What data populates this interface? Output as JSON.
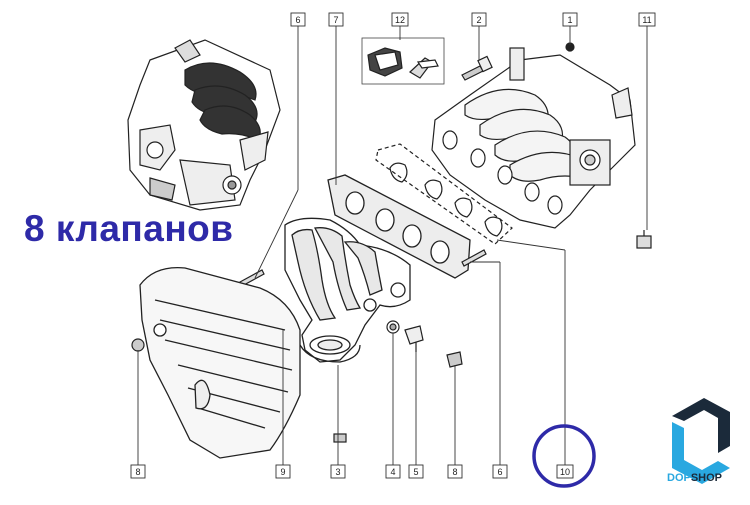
{
  "caption": "8 клапанов",
  "callouts": [
    {
      "id": "c6_top",
      "label": "6"
    },
    {
      "id": "c7",
      "label": "7"
    },
    {
      "id": "c12",
      "label": "12"
    },
    {
      "id": "c2",
      "label": "2"
    },
    {
      "id": "c1",
      "label": "1"
    },
    {
      "id": "c11",
      "label": "11"
    },
    {
      "id": "c8_left",
      "label": "8"
    },
    {
      "id": "c9",
      "label": "9"
    },
    {
      "id": "c3",
      "label": "3"
    },
    {
      "id": "c4",
      "label": "4"
    },
    {
      "id": "c5",
      "label": "5"
    },
    {
      "id": "c8_right",
      "label": "8"
    },
    {
      "id": "c6_bottom",
      "label": "6"
    },
    {
      "id": "c10",
      "label": "10"
    }
  ],
  "brand": {
    "part1": "DOP",
    "part2": "SHOP",
    "color_light": "#29a8e0",
    "color_dark": "#1b2a3a",
    "highlight_color": "#2e2aa8"
  }
}
